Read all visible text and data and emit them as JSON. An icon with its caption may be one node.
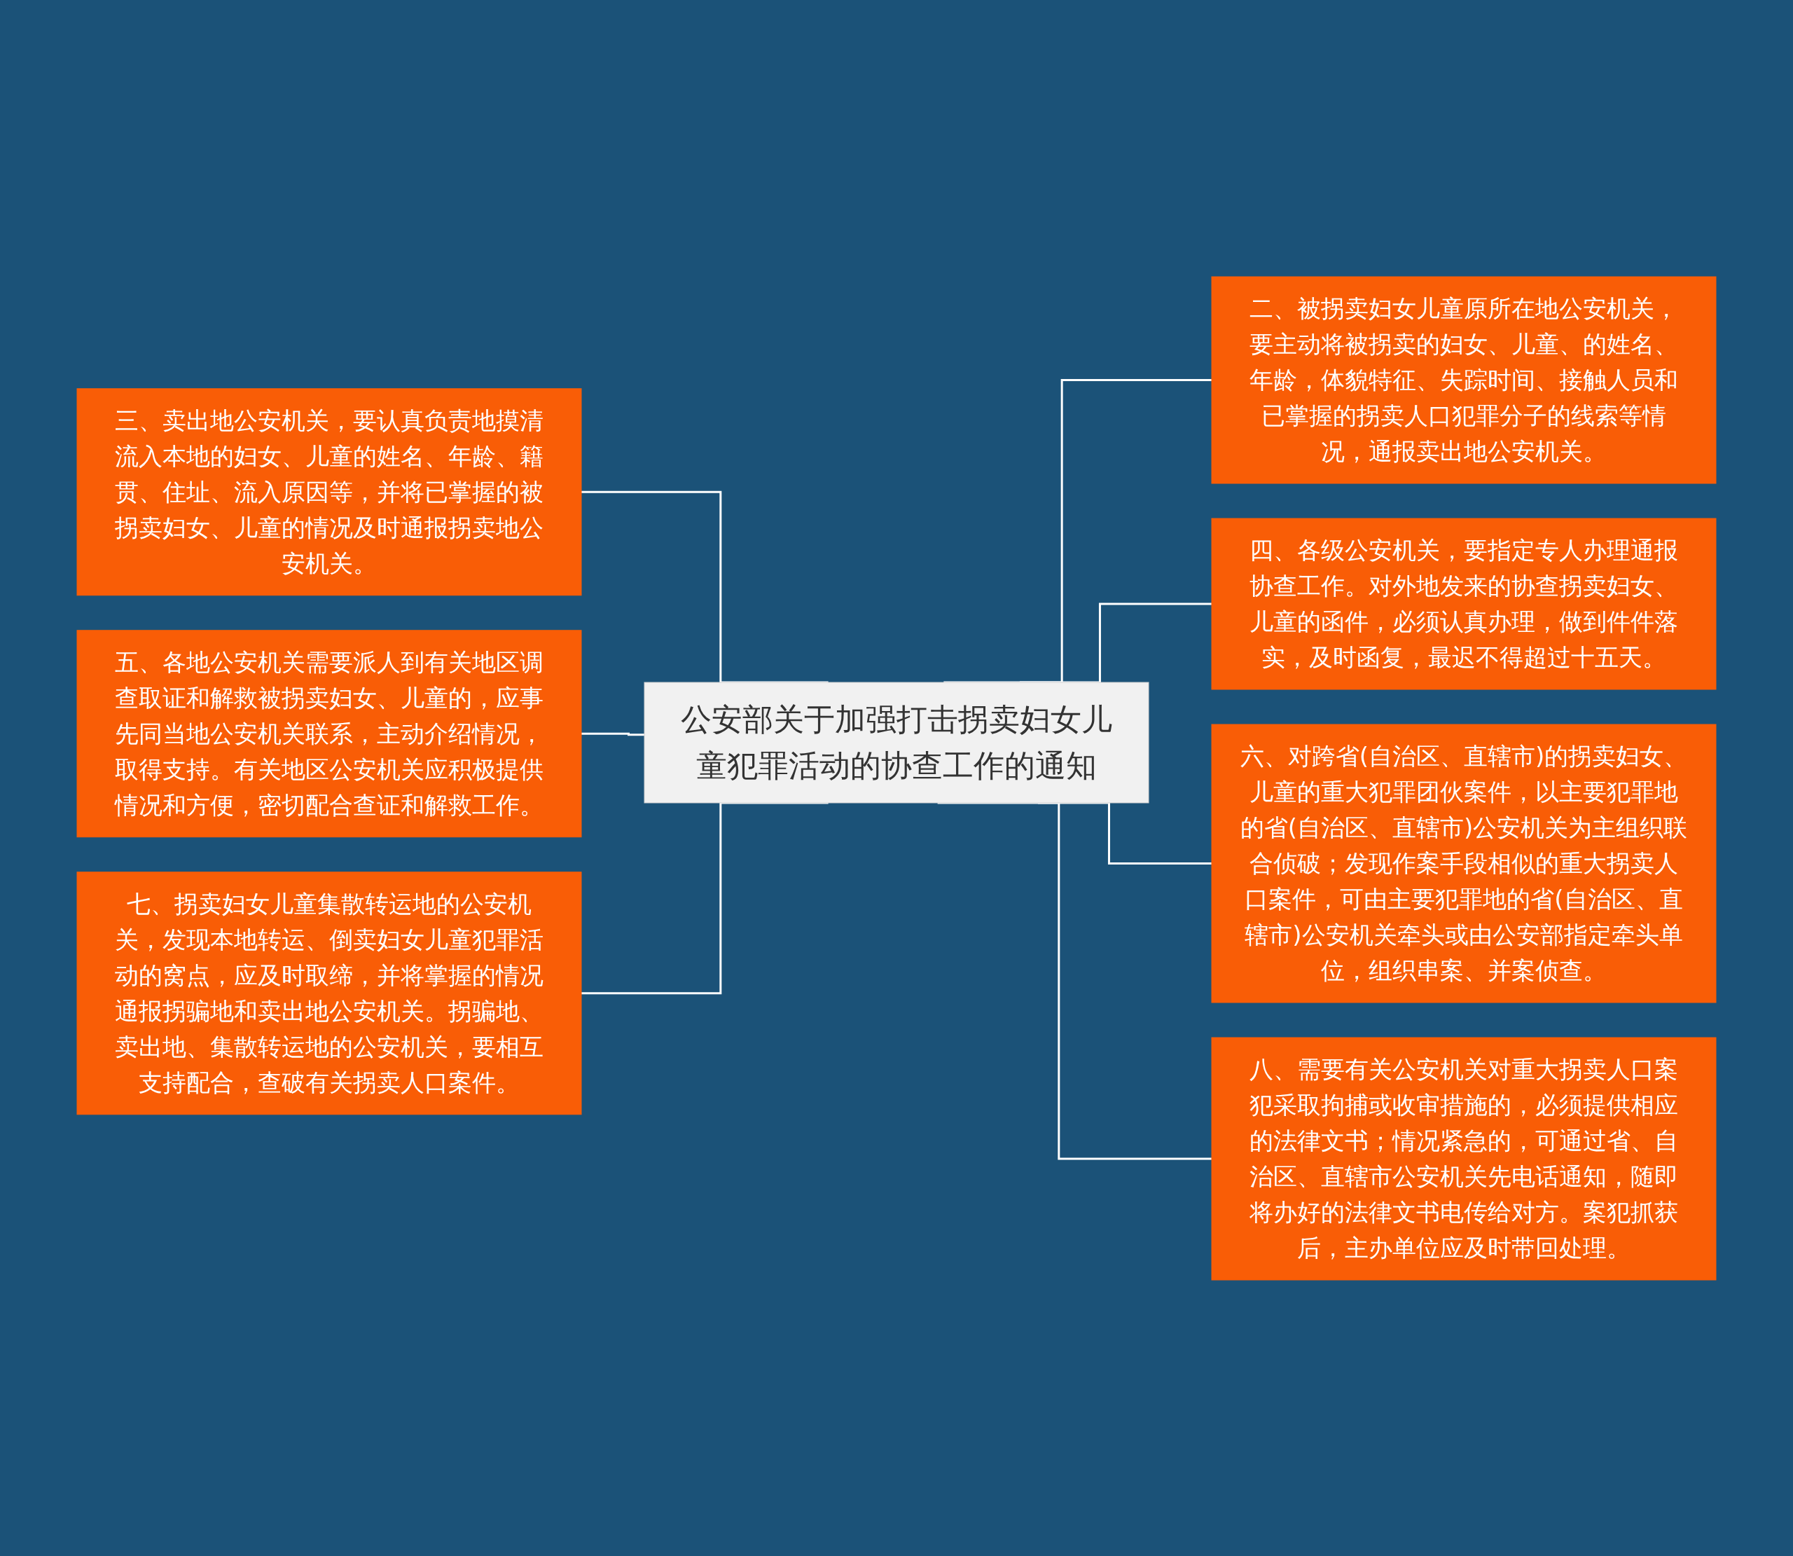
{
  "diagram": {
    "nodes": [
      {
        "text": [
          "公安部关于加强打击拐卖妇女儿童犯罪活动的协查工作的通知"
        ]
      },
      {
        "text": [
          "三、卖出地公安机关，要认真负责地摸清流入本地的妇女、儿童的姓名、年龄、籍贯、住址、流入原因等，并将已掌握的被拐卖妇女、儿童的情况及时通报拐卖地公安机关。"
        ]
      },
      {
        "text": [
          "五、各地公安机关需要派人到有关地区调查取证和解救被拐卖妇女、儿童的，应事先同当地公安机关联系，主动介绍情况，取得支持。有关地区公安机关应积极提供情况和方便，密切配合查证和解救工作。"
        ]
      },
      {
        "text": [
          "七、拐卖妇女儿童集散转运地的公安机关，发现本地转运、倒卖妇女儿童犯罪活动的窝点，应及时取缔，并将掌握的情况通报拐骗地和卖出地公安机关。拐骗地、卖出地、集散转运地的公安机关，要相互支持配合，查破有关拐卖人口案件。"
        ]
      },
      {
        "text": [
          "二、被拐卖妇女儿童原所在地公安机关，要主动将被拐卖的妇女、儿童、的姓名、年龄，体貌特征、失踪时间、接触人员和已掌握的拐卖人口犯罪分子的线索等情况，通报卖出地公安机关。"
        ]
      },
      {
        "text": [
          "四、各级公安机关，要指定专人办理通报协查工作。对外地发来的协查拐卖妇女、儿童的函件，必须认真办理，做到件件落实，及时函复，最迟不得超过十五天。"
        ]
      },
      {
        "text": [
          "六、对跨省(自治区、直辖市)的拐卖妇女、儿童的重大犯罪团伙案件，以主要犯罪地的省(自治区、直辖市)公安机关为主组织联合侦破；发现作案手段相似的重大拐卖人口案件，可由主要犯罪地的省(自治区、直辖市)公安机关牵头或由公安部指定牵头单位，组织串案、并案侦查。"
        ]
      },
      {
        "text": [
          "八、需要有关公安机关对重大拐卖人口案犯采取拘捕或收审措施的，必须提供相应的法律文书；情况紧急的，可通过省、自治区、直辖市公安机关先电话通知，随即将办好的法律文书电传给对方。案犯抓获后，主办单位应及时带回处理。"
        ]
      }
    ],
    "edges": [
      {
        "from": 1,
        "to": 0,
        "arrow": "none"
      },
      {
        "from": 2,
        "to": 0,
        "arrow": "none"
      },
      {
        "from": 3,
        "to": 0,
        "arrow": "none"
      },
      {
        "from": 0,
        "to": 4,
        "arrow": "none"
      },
      {
        "from": 0,
        "to": 5,
        "arrow": "none"
      },
      {
        "from": 0,
        "to": 6,
        "arrow": "none"
      },
      {
        "from": 0,
        "to": 7,
        "arrow": "none"
      }
    ]
  }
}
